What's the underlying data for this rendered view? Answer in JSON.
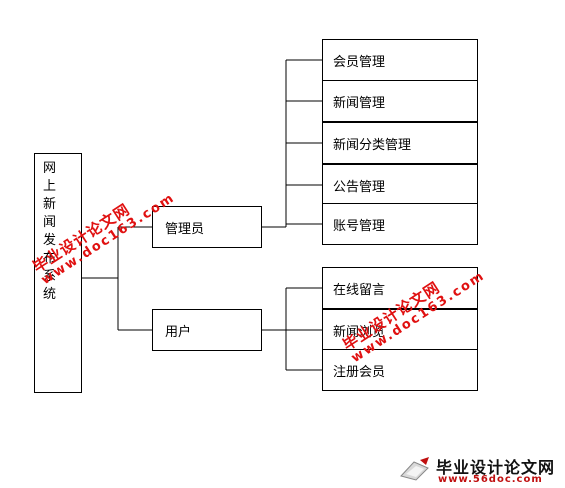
{
  "diagram": {
    "root": "网上新闻发布系统",
    "admin": {
      "label": "管理员",
      "children": [
        "会员管理",
        "新闻管理",
        "新闻分类管理",
        "公告管理",
        "账号管理"
      ]
    },
    "user": {
      "label": "用户",
      "children": [
        "在线留言",
        "新闻浏览",
        "注册会员"
      ]
    }
  },
  "watermark": {
    "text": "毕业设计论文网",
    "url": "www.doc163.com",
    "color": "#e01010"
  },
  "logo": {
    "title": "毕业设计论文网",
    "url": "www.56doc.com"
  }
}
